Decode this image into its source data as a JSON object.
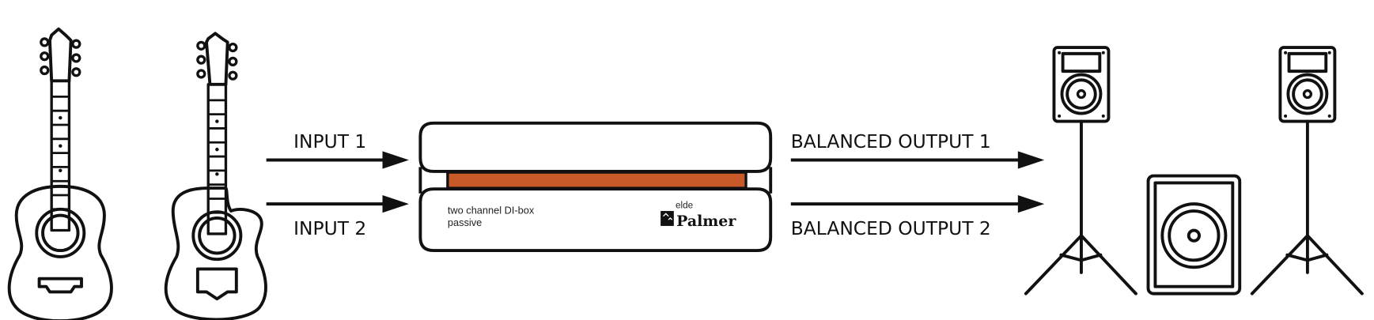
{
  "labels": {
    "input_1": "INPUT 1",
    "input_2": "INPUT 2",
    "output_1": "BALANCED OUTPUT 1",
    "output_2": "BALANCED OUTPUT 2"
  },
  "device": {
    "description_line1": "two channel DI-box",
    "description_line2": "passive",
    "brand_prefix": "elde",
    "brand_name": "Palmer",
    "accent_color": "#c85a2a"
  },
  "icons": [
    "acoustic-guitar-icon",
    "cutaway-guitar-icon",
    "di-box-icon",
    "speaker-on-stand-icon",
    "subwoofer-icon"
  ]
}
